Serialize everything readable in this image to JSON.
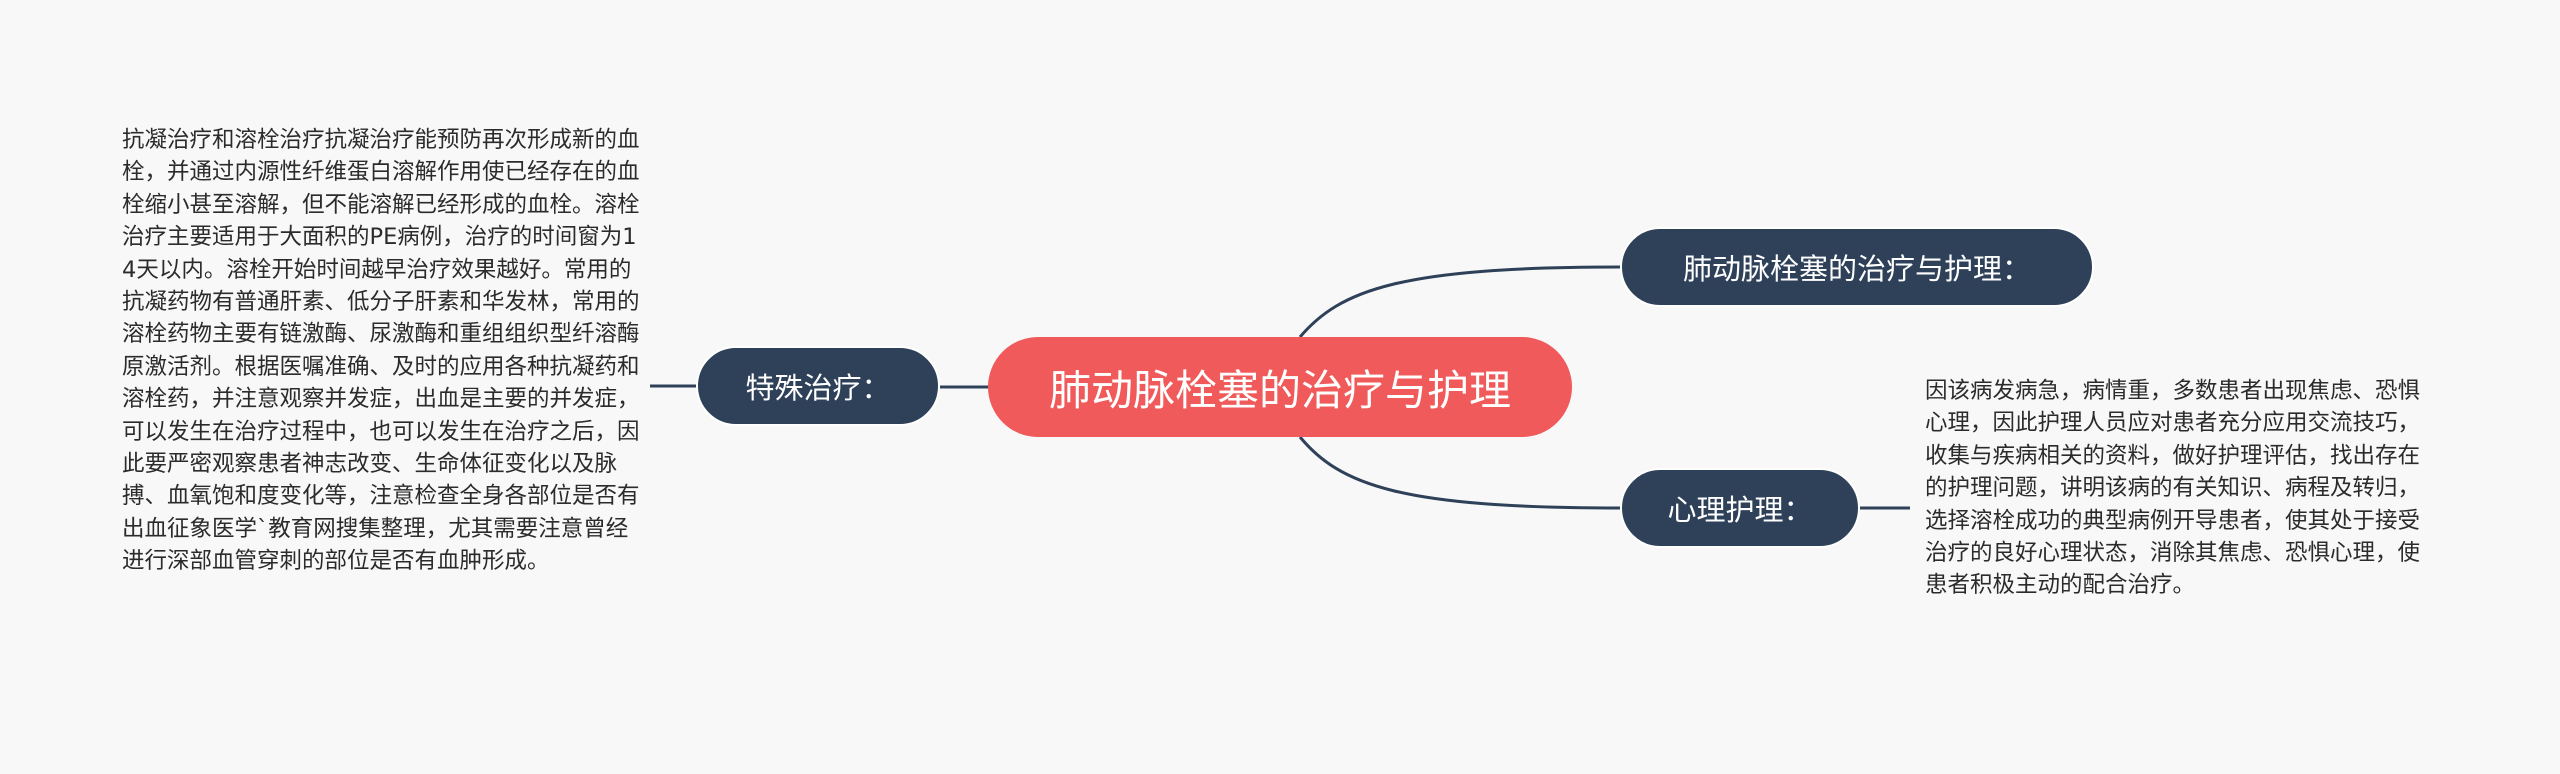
{
  "mindmap": {
    "root": {
      "label": "肺动脉栓塞的治疗与护理"
    },
    "branches": {
      "special": {
        "label": "特殊治疗：",
        "detail": "抗凝治疗和溶栓治疗抗凝治疗能预防再次形成新的血栓，并通过内源性纤维蛋白溶解作用使已经存在的血栓缩小甚至溶解，但不能溶解已经形成的血栓。溶栓治疗主要适用于大面积的PE病例，治疗的时间窗为14天以内。溶栓开始时间越早治疗效果越好。常用的抗凝药物有普通肝素、低分子肝素和华发林，常用的溶栓药物主要有链激酶、尿激酶和重组组织型纤溶酶原激活剂。根据医嘱准确、及时的应用各种抗凝药和溶栓药，并注意观察并发症，出血是主要的并发症，可以发生在治疗过程中，也可以发生在治疗之后，因此要严密观察患者神志改变、生命体征变化以及脉搏、血氧饱和度变化等，注意检查全身各部位是否有出血征象医学`教育网搜集整理，尤其需要注意曾经进行深部血管穿刺的部位是否有血肿形成。"
      },
      "treatment": {
        "label": "肺动脉栓塞的治疗与护理："
      },
      "psych": {
        "label": "心理护理：",
        "detail": "因该病发病急，病情重，多数患者出现焦虑、恐惧心理，因此护理人员应对患者充分应用交流技巧，收集与疾病相关的资料，做好护理评估，找出存在的护理问题，讲明该病的有关知识、病程及转归，选择溶栓成功的典型病例开导患者，使其处于接受治疗的良好心理状态，消除其焦虑、恐惧心理，使患者积极主动的配合治疗。"
      }
    },
    "colors": {
      "background": "#f8f8f8",
      "root_fill": "#f05a5a",
      "branch_fill": "#2e4159",
      "connector": "#2e4159",
      "text_dark": "#2b2b2b"
    }
  }
}
